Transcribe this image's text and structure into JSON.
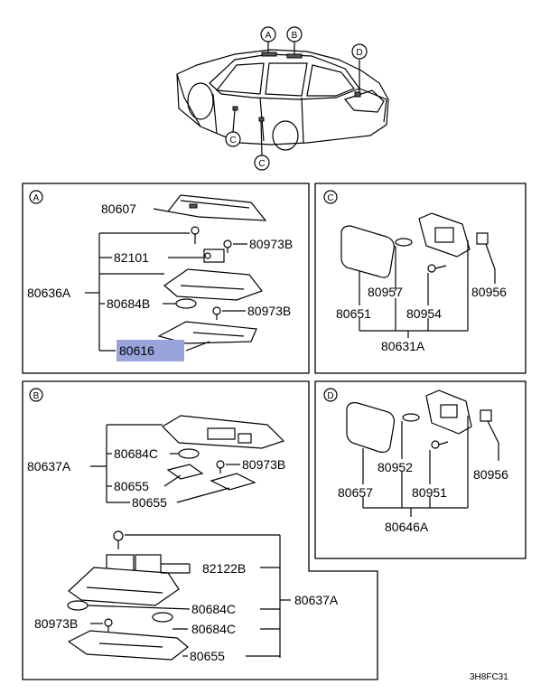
{
  "car": {
    "callouts": [
      "A",
      "B",
      "C",
      "C",
      "D"
    ]
  },
  "panel_a": {
    "letter": "A",
    "labels": [
      "80607",
      "82101",
      "80973B",
      "80636A",
      "80684B",
      "80973B",
      "80616"
    ],
    "highlight_color": "#9aa4dc"
  },
  "panel_b": {
    "letter": "B",
    "labels": [
      "80684C",
      "80637A",
      "80973B",
      "80655",
      "80655",
      "82122B",
      "80637A",
      "80684C",
      "80973B",
      "80684C",
      "80655"
    ]
  },
  "panel_c": {
    "letter": "C",
    "labels": [
      "80957",
      "80956",
      "80651",
      "80954",
      "80631A"
    ]
  },
  "panel_d": {
    "letter": "D",
    "labels": [
      "80952",
      "80956",
      "80657",
      "80951",
      "80646A"
    ]
  },
  "code": "3H8FC31"
}
